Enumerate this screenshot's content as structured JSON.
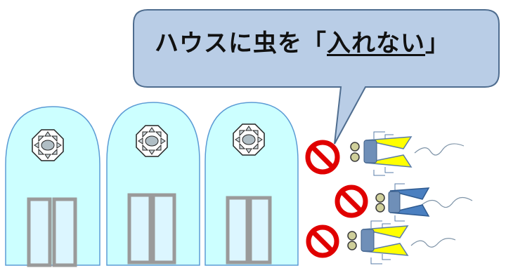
{
  "speech_bubble": {
    "text_before": "ハウスに虫を「",
    "text_emphasis": "入れない",
    "text_after": "」"
  },
  "colors": {
    "bubble_fill": "#b9cde6",
    "bubble_stroke": "#4f6d8f",
    "greenhouse_fill": "#ccffff",
    "greenhouse_stroke": "#5b9bd5",
    "door_frame": "#9a9a9a",
    "door_glass": "#dcf6ff",
    "prohibition_red": "#e00000",
    "insect_yellow": "#ffff00",
    "insect_blue": "#4a7fc0"
  },
  "greenhouses": [
    {
      "name": "greenhouse-1"
    },
    {
      "name": "greenhouse-2"
    },
    {
      "name": "greenhouse-3"
    }
  ],
  "insects": [
    {
      "name": "insect-1",
      "color": "yellow",
      "icon": "prohibited-insect"
    },
    {
      "name": "insect-2",
      "color": "blue",
      "icon": "prohibited-insect"
    },
    {
      "name": "insect-3",
      "color": "yellow",
      "icon": "prohibited-insect"
    }
  ]
}
